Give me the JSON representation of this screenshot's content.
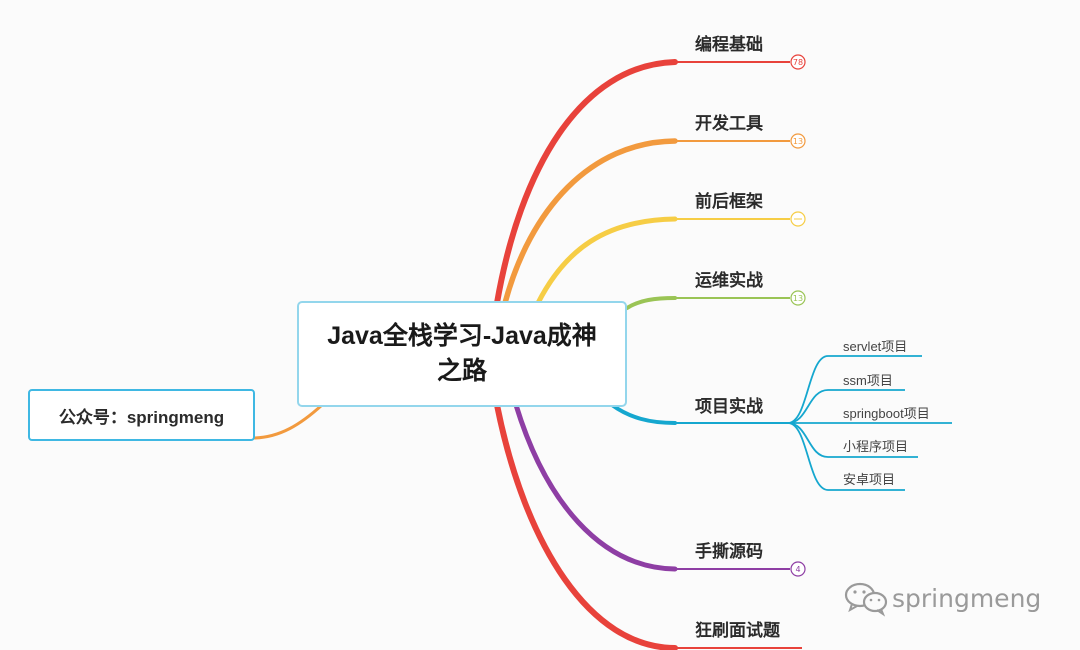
{
  "central_topic": "Java全栈学习-Java成神之路",
  "left_topic": "公众号：springmeng",
  "branches": [
    {
      "label": "编程基础",
      "badge": "78",
      "color": "#e8423b"
    },
    {
      "label": "开发工具",
      "badge": "13",
      "color": "#f29a3e"
    },
    {
      "label": "前后框架",
      "badge": "",
      "color": "#f6cd45"
    },
    {
      "label": "运维实战",
      "badge": "13",
      "color": "#9ac455"
    },
    {
      "label": "项目实战",
      "badge": "",
      "color": "#15a7cf"
    },
    {
      "label": "手撕源码",
      "badge": "4",
      "color": "#8e3ea4"
    },
    {
      "label": "狂刷面试题",
      "badge": "",
      "color": "#e8423b"
    }
  ],
  "project_subtopics": [
    "servlet项目",
    "ssm项目",
    "springboot项目",
    "小程序项目",
    "安卓项目"
  ],
  "left_color": "#f29a3e",
  "watermark": "springmeng"
}
